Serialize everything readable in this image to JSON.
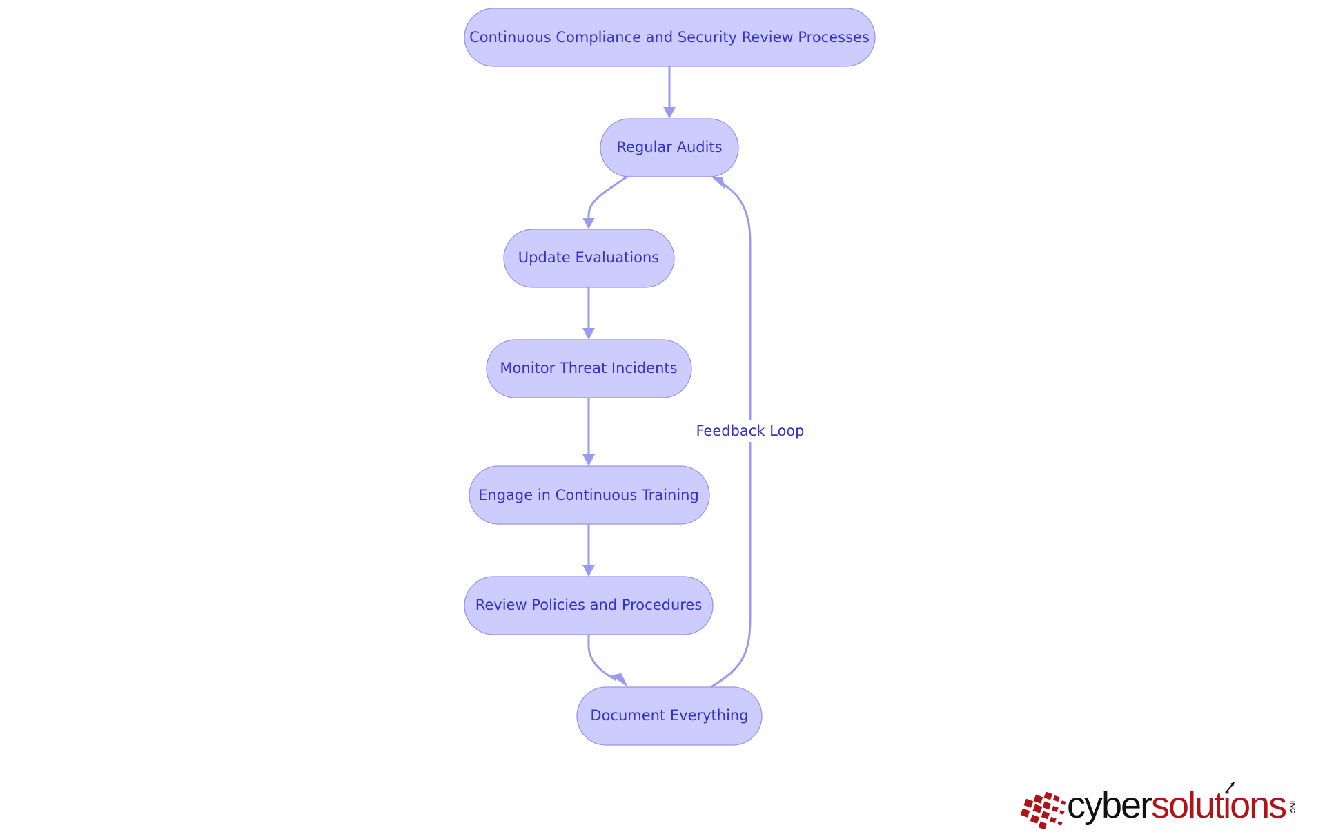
{
  "diagram": {
    "nodes": {
      "root": "Continuous Compliance and Security Review Processes",
      "audits": "Regular Audits",
      "evaluations": "Update Evaluations",
      "monitor": "Monitor Threat Incidents",
      "training": "Engage in Continuous Training",
      "policies": "Review Policies and Procedures",
      "document": "Document Everything"
    },
    "edge_labels": {
      "feedback": "Feedback Loop"
    }
  },
  "logo": {
    "part1": "cyber",
    "part2": "solutions",
    "suffix": "INC",
    "colors": {
      "dark": "#111111",
      "red": "#b01218"
    }
  },
  "colors": {
    "node_fill": "#ccccff",
    "node_stroke": "#9595ee",
    "node_text": "#3333cc",
    "edge": "#9a9af0"
  }
}
